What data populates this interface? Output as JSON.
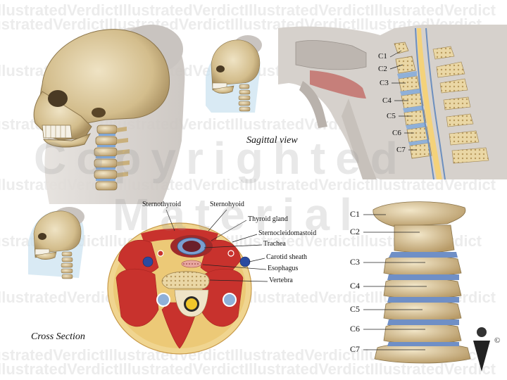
{
  "watermark": {
    "row_text": "IllustratedVerdictIllustratedVerdictIllustratedVerdictIllustratedVerdict",
    "big_line1": "Copyrighted",
    "big_line2": "Material"
  },
  "captions": {
    "sagittal": "Sagittal view",
    "cross": "Cross Section"
  },
  "sagittal_labels": [
    "C1",
    "C2",
    "C3",
    "C4",
    "C5",
    "C6",
    "C7"
  ],
  "cross_labels": {
    "sternothyroid": "Sternothyroid",
    "sternohyoid": "Sternohyoid",
    "thyroid": "Thyroid gland",
    "scm": "Sternocleidomastoid",
    "trachea": "Trachea",
    "carotid": "Carotid sheath",
    "esophagus": "Esophagus",
    "vertebra": "Vertebra"
  },
  "spine_labels": [
    "C1",
    "C2",
    "C3",
    "C4",
    "C5",
    "C6",
    "C7"
  ],
  "logo": {
    "copyright": "©"
  },
  "colors": {
    "bone": "#d9c49a",
    "muscle": "#c8322d",
    "fat": "#f0d590",
    "disc": "#8fb0d8",
    "skin": "#d8d3cf"
  }
}
